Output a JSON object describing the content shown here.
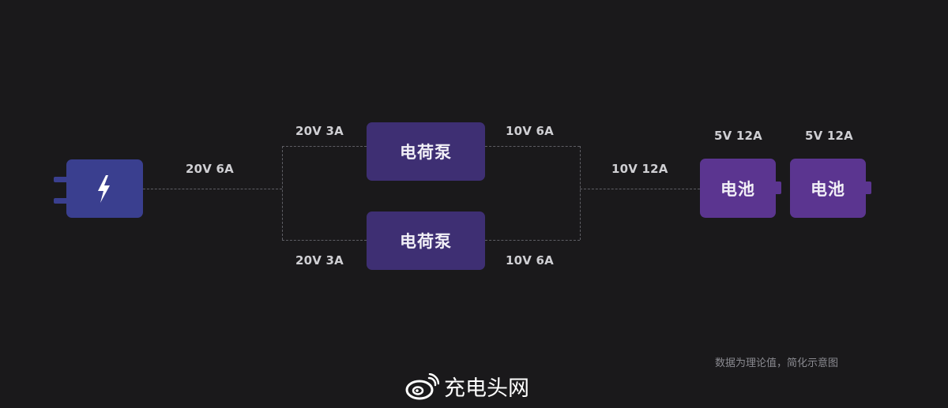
{
  "colors": {
    "background": "#1a191b",
    "charger": "#3a3f8f",
    "charge_pump": "#3e2f73",
    "battery": "#5b3590",
    "wire": "#5e5e64"
  },
  "charger": {
    "icon": "lightning-bolt-icon"
  },
  "labels": {
    "input": "20V 6A",
    "top_in": "20V 3A",
    "top_out": "10V 6A",
    "bottom_in": "20V 3A",
    "bottom_out": "10V 6A",
    "merged_out": "10V 12A",
    "battery1": "5V 12A",
    "battery2": "5V 12A"
  },
  "pumps": {
    "top": "电荷泵",
    "bottom": "电荷泵"
  },
  "batteries": {
    "first": "电池",
    "second": "电池"
  },
  "footnote": "数据为理论值，简化示意图",
  "watermark": {
    "icon": "weibo-icon",
    "text": "充电头网"
  }
}
